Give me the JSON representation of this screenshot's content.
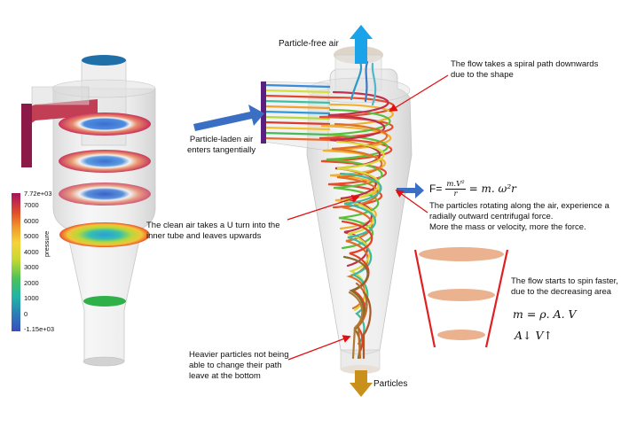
{
  "colorbar": {
    "title": "pressure",
    "ticks": [
      "7.72e+03",
      "7000",
      "6000",
      "5000",
      "4000",
      "3000",
      "2000",
      "1000",
      "0",
      "-1.15e+03"
    ],
    "range": [
      -1150,
      7720
    ],
    "colors": [
      "#3b4cc0",
      "#2c7bb6",
      "#1fb4a6",
      "#4cc259",
      "#c6d832",
      "#f5d33a",
      "#f19a2b",
      "#e04d2a",
      "#c02a4e",
      "#a0145b"
    ]
  },
  "labels": {
    "particle_free_air": "Particle-free air",
    "spiral_path": "The flow takes a spiral path downwards\ndue to the shape",
    "particle_laden": "Particle-laden air\nenters tangentially",
    "clean_air": "The clean air takes a U turn into the\ninner tube and leaves upwards",
    "centrifugal": "The particles rotating along the air, experience a\nradially outward centrifugal force.\nMore the mass or velocity, more the force.",
    "spin_faster": "The flow starts to spin faster,\ndue to the decreasing area",
    "heavier": "Heavier particles not being\nable to change their path\nleave at the bottom",
    "particles": "Particles"
  },
  "equations": {
    "force_lhs": "F=",
    "force_num": "m.V²",
    "force_den": "r",
    "force_rhs": "= m. ω²r",
    "mass_flow": "m  =  ρ. A. V",
    "relation": "A↓   V↑"
  },
  "colors": {
    "arrow_red": "#e01010",
    "arrow_blue": "#3a6fc4",
    "outlet_blue": "#1aa3e8",
    "outlet_gold": "#c9901c",
    "cone_red": "#e02020",
    "disc_peach": "#e8a47c"
  }
}
